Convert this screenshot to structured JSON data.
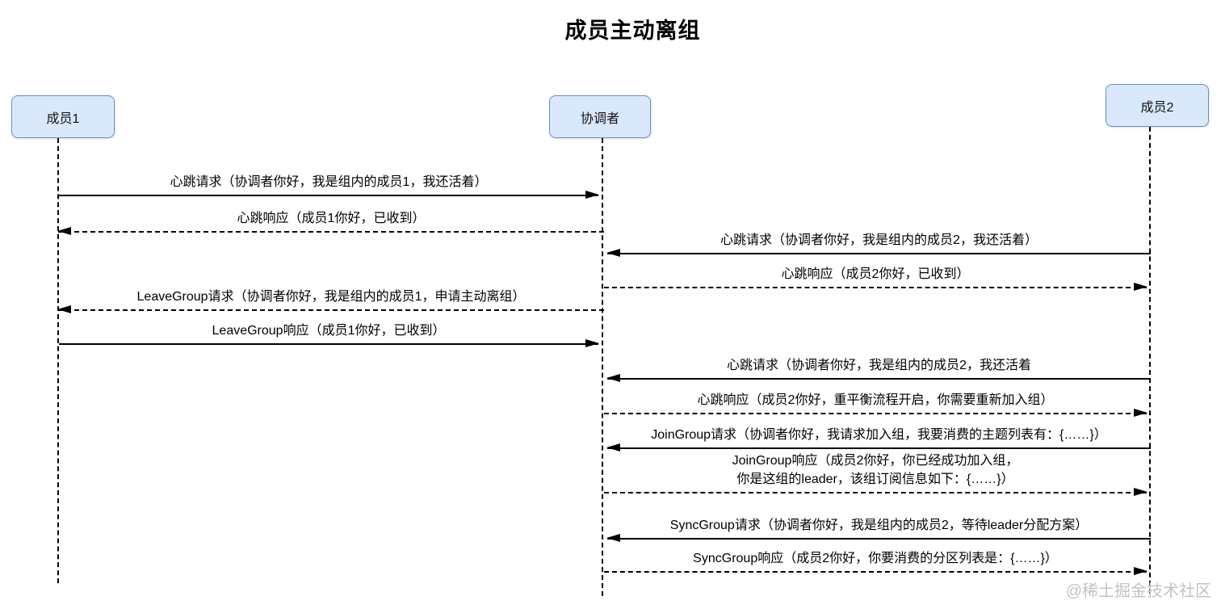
{
  "title": "成员主动离组",
  "watermark": "@稀土掘金技术社区",
  "colors": {
    "actor_fill": "#dae8fc",
    "actor_border": "#6c8ebf",
    "line": "#000000",
    "watermark_text": "#c3c3c3"
  },
  "actors": [
    {
      "id": "member1",
      "label": "成员1"
    },
    {
      "id": "coordinator",
      "label": "协调者"
    },
    {
      "id": "member2",
      "label": "成员2"
    }
  ],
  "messages": [
    {
      "from": "member1",
      "to": "coordinator",
      "style": "solid",
      "direction": "right",
      "label": "心跳请求（协调者你好，我是组内的成员1，我还活着）"
    },
    {
      "from": "coordinator",
      "to": "member1",
      "style": "dashed",
      "direction": "left",
      "label": "心跳响应（成员1你好，已收到）"
    },
    {
      "from": "member2",
      "to": "coordinator",
      "style": "solid",
      "direction": "left",
      "label": "心跳请求（协调者你好，我是组内的成员2，我还活着）"
    },
    {
      "from": "coordinator",
      "to": "member2",
      "style": "dashed",
      "direction": "right",
      "label": "心跳响应（成员2你好，已收到）"
    },
    {
      "from": "coordinator",
      "to": "member1",
      "style": "dashed",
      "direction": "left",
      "label": "LeaveGroup请求（协调者你好，我是组内的成员1，申请主动离组）"
    },
    {
      "from": "member1",
      "to": "coordinator",
      "style": "solid",
      "direction": "right",
      "label": "LeaveGroup响应（成员1你好，已收到）"
    },
    {
      "from": "member2",
      "to": "coordinator",
      "style": "solid",
      "direction": "left",
      "label": "心跳请求（协调者你好，我是组内的成员2，我还活着"
    },
    {
      "from": "coordinator",
      "to": "member2",
      "style": "dashed",
      "direction": "right",
      "label": "心跳响应（成员2你好，重平衡流程开启，你需要重新加入组）"
    },
    {
      "from": "member2",
      "to": "coordinator",
      "style": "solid",
      "direction": "left",
      "label": "JoinGroup请求（协调者你好，我请求加入组，我要消费的主题列表有：{……}）"
    },
    {
      "from": "coordinator",
      "to": "member2",
      "style": "dashed",
      "direction": "right",
      "label": "JoinGroup响应（成员2你好，你已经成功加入组，\n你是这组的leader，该组订阅信息如下：{……}）"
    },
    {
      "from": "member2",
      "to": "coordinator",
      "style": "solid",
      "direction": "left",
      "label": "SyncGroup请求（协调者你好，我是组内的成员2，等待leader分配方案）"
    },
    {
      "from": "coordinator",
      "to": "member2",
      "style": "dashed",
      "direction": "right",
      "label": "SyncGroup响应（成员2你好，你要消费的分区列表是：{……}）"
    }
  ]
}
